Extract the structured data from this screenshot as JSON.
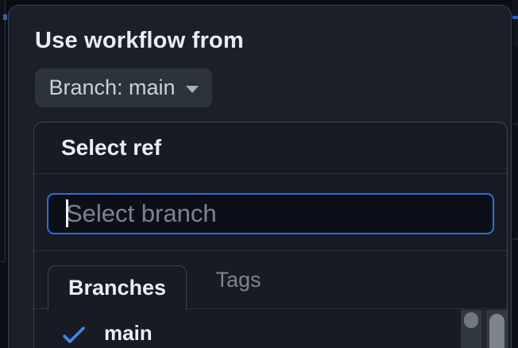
{
  "header": {
    "title": "Use workflow from"
  },
  "branch_selector": {
    "label": "Branch: main",
    "caret_icon": "chevron-down-icon"
  },
  "ref_picker": {
    "title": "Select ref",
    "search": {
      "placeholder": "Select branch",
      "value": ""
    },
    "tabs": [
      {
        "label": "Branches",
        "active": true
      },
      {
        "label": "Tags",
        "active": false
      }
    ],
    "items": [
      {
        "label": "main",
        "selected": true,
        "icon": "check-icon"
      }
    ]
  },
  "colors": {
    "page_bg": "#0a0d12",
    "panel_bg": "#1b2028",
    "popup_bg": "#171b22",
    "border": "#3d454f",
    "divider": "#2d333c",
    "button_bg": "#2d333c",
    "input_bg": "#0c1016",
    "input_focus_border": "#2e6be4",
    "accent_blue_check": "#4088f0",
    "text_primary": "#e9eef4",
    "text_muted": "#7c848f",
    "scroll_track": "#31373e",
    "scroll_thumb": "#7e848c",
    "page_blue_strip": "#2e5fb5"
  }
}
